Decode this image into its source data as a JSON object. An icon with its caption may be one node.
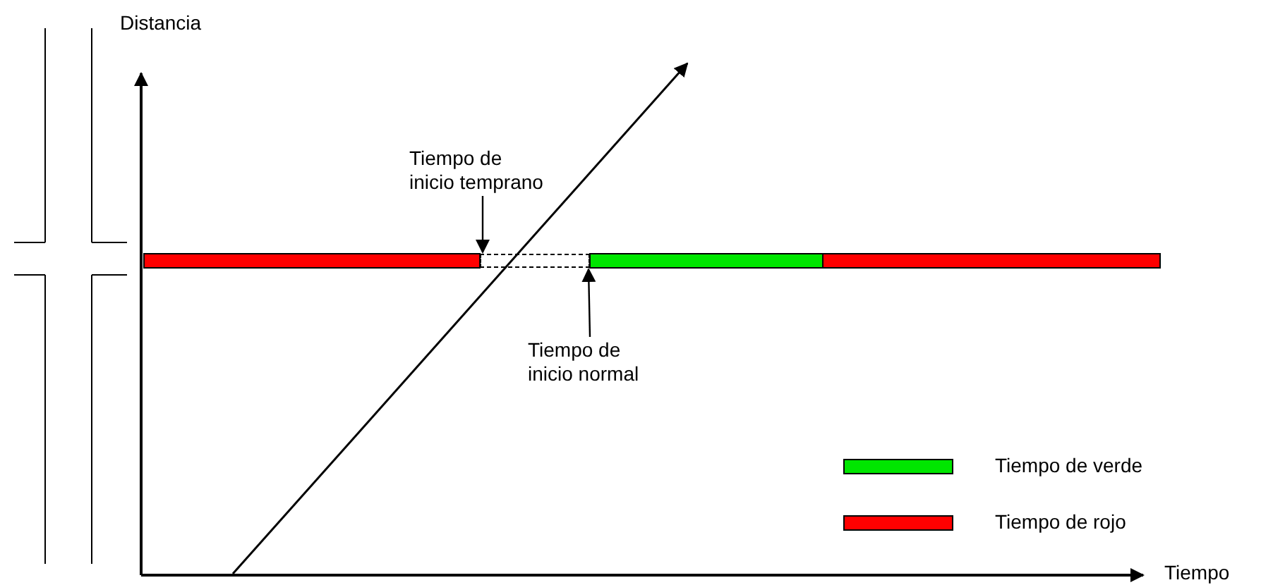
{
  "diagram": {
    "nodes": [
      {
        "text": [
          "Tiempo de inicio temprano"
        ]
      },
      {
        "text": [
          "Tiempo de inicio normal"
        ]
      },
      {
        "text": [],
        "shape": "bar"
      }
    ],
    "edges": [
      {
        "from": 0,
        "to": 2,
        "arrow": "to"
      },
      {
        "from": 1,
        "to": 2,
        "arrow": "to"
      }
    ],
    "labels": [
      "Distancia",
      "Tiempo"
    ],
    "legend": [
      {
        "text": "Tiempo de verde",
        "color": "#00e600"
      },
      {
        "text": "Tiempo de rojo",
        "color": "#ff0000"
      }
    ]
  }
}
